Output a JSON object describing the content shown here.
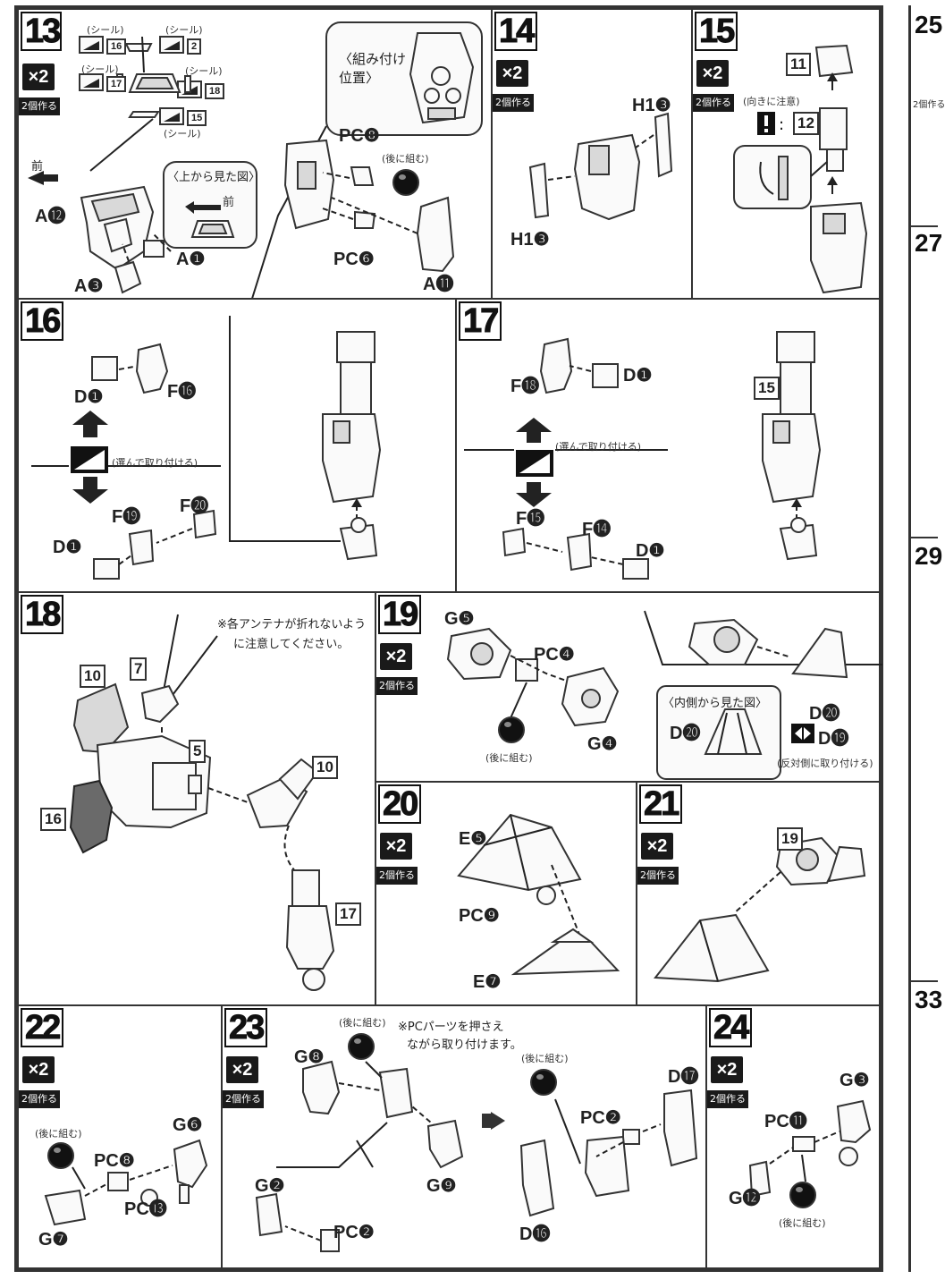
{
  "common": {
    "x2": "×2",
    "make_two": "2個作る",
    "attach_later": "(後に組む)",
    "seal": "(シール)",
    "choose_attach": "(選んで取り付ける)"
  },
  "step13": {
    "num": "13",
    "seal_numbers": [
      "16",
      "2",
      "17",
      "18",
      "15"
    ],
    "front_label": "前",
    "top_view": "〈上から見た図〉",
    "top_view_front": "前",
    "assembly_position": "〈組み付け位置〉",
    "parts": [
      "A⓬",
      "A❶",
      "A❸",
      "PC❽",
      "PC❻",
      "A⓫"
    ]
  },
  "step14": {
    "num": "14",
    "parts": [
      "H1❸",
      "H1❸"
    ]
  },
  "step15": {
    "num": "15",
    "caution_note": "(向きに注意)",
    "ref_a": "11",
    "ref_b": "12"
  },
  "step16": {
    "num": "16",
    "parts": [
      "D❶",
      "F⓰",
      "F⓳",
      "F⓴",
      "D❶"
    ]
  },
  "step17": {
    "num": "17",
    "ref": "15",
    "parts": [
      "F⓲",
      "D❶",
      "F⓯",
      "F⓮",
      "D❶"
    ]
  },
  "step18": {
    "num": "18",
    "caution_line1": "※各アンテナが折れないよう",
    "caution_line2": "に注意してください。",
    "refs": [
      "10",
      "7",
      "5",
      "16",
      "10",
      "17"
    ]
  },
  "step19": {
    "num": "19",
    "parts": [
      "G❺",
      "PC❹",
      "G❹",
      "D⓴",
      "D⓴",
      "D⓳"
    ],
    "inner_view": "〈内側から見た図〉",
    "opposite_side": "(反対側に取り付ける)"
  },
  "step20": {
    "num": "20",
    "parts": [
      "E❺",
      "PC❾",
      "E❼"
    ]
  },
  "step21": {
    "num": "21",
    "ref": "19"
  },
  "step22": {
    "num": "22",
    "parts": [
      "PC❽",
      "G❻",
      "PC⓭",
      "G❼"
    ]
  },
  "step23": {
    "num": "23",
    "note_line1": "※PCパーツを押さえ",
    "note_line2": "ながら取り付けます。",
    "parts": [
      "G❽",
      "G❾",
      "G❷",
      "PC❷",
      "PC❷",
      "D⓱",
      "D⓰"
    ]
  },
  "step24": {
    "num": "24",
    "parts": [
      "G❸",
      "PC⓫",
      "G⓬"
    ]
  },
  "edge_steps": [
    "25",
    "27",
    "29",
    "33"
  ],
  "edge_badge": "2個作る"
}
